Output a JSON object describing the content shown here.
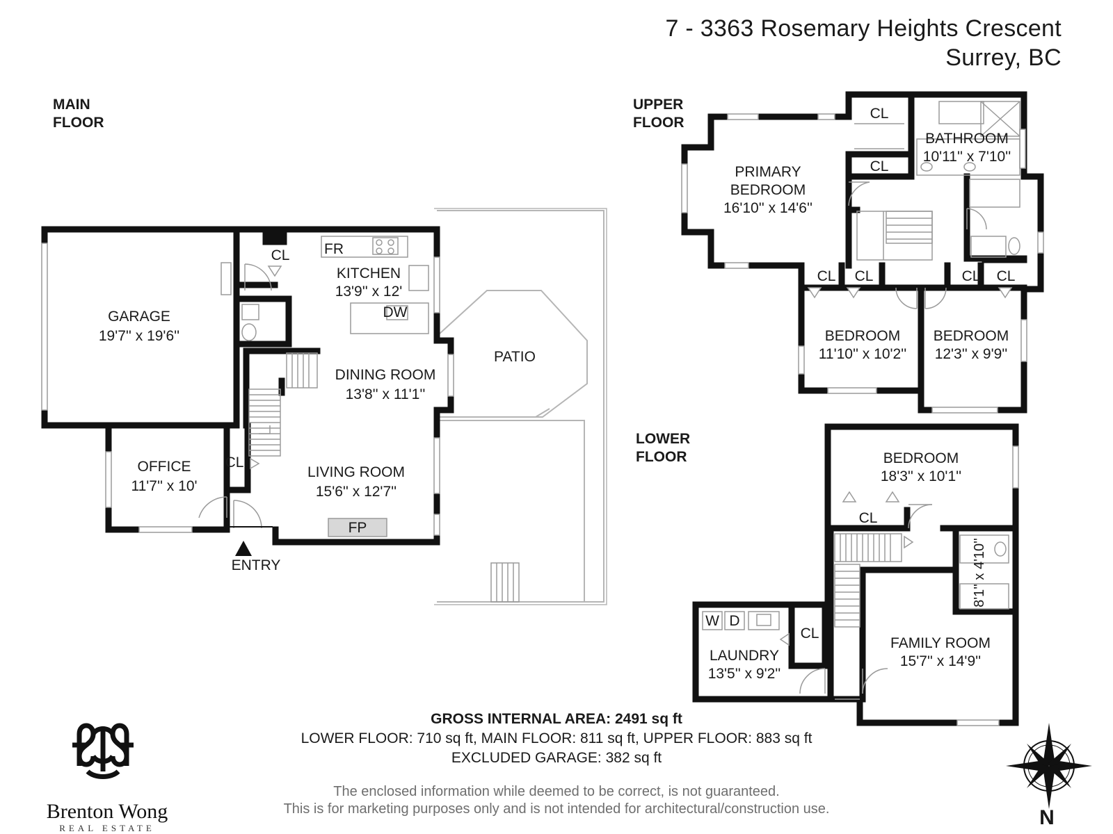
{
  "address": {
    "line1": "7 - 3363 Rosemary Heights Crescent",
    "line2": "Surrey, BC"
  },
  "floors": {
    "main": {
      "title_line1": "MAIN",
      "title_line2": "FLOOR"
    },
    "upper": {
      "title_line1": "UPPER",
      "title_line2": "FLOOR"
    },
    "lower": {
      "title_line1": "LOWER",
      "title_line2": "FLOOR"
    }
  },
  "main_rooms": {
    "garage": {
      "name": "GARAGE",
      "size": "19'7'' x 19'6''"
    },
    "kitchen": {
      "name": "KITCHEN",
      "size": "13'9'' x 12'"
    },
    "dining": {
      "name": "DINING ROOM",
      "size": "13'8'' x 11'1''"
    },
    "living": {
      "name": "LIVING ROOM",
      "size": "15'6'' x 12'7''"
    },
    "office": {
      "name": "OFFICE",
      "size": "11'7'' x 10'"
    },
    "patio": {
      "name": "PATIO"
    },
    "fr": "FR",
    "dw": "DW",
    "fp": "FP",
    "cl_kitchen": "CL",
    "cl_entry": "CL",
    "entry": "ENTRY"
  },
  "upper_rooms": {
    "primary": {
      "name_line1": "PRIMARY",
      "name_line2": "BEDROOM",
      "size": "16'10'' x 14'6''"
    },
    "bathroom": {
      "name": "BATHROOM",
      "size": "10'11'' x 7'10''"
    },
    "bedroom1": {
      "name": "BEDROOM",
      "size": "11'10'' x 10'2''"
    },
    "bedroom2": {
      "name": "BEDROOM",
      "size": "12'3'' x 9'9''"
    },
    "cl_top1": "CL",
    "cl_top2": "CL",
    "cl_b1": "CL",
    "cl_b2": "CL",
    "cl_b3": "CL",
    "cl_b4": "CL"
  },
  "lower_rooms": {
    "bedroom": {
      "name": "BEDROOM",
      "size": "18'3'' x 10'1''"
    },
    "family": {
      "name": "FAMILY ROOM",
      "size": "15'7'' x 14'9''"
    },
    "laundry": {
      "name": "LAUNDRY",
      "size": "13'5'' x 9'2''"
    },
    "bath_size": "8'1'' x 4'10''",
    "cl_bedroom": "CL",
    "cl_laundry": "CL",
    "washer": "W",
    "dryer": "D"
  },
  "areas": {
    "gross": "GROSS INTERNAL AREA: 2491 sq ft",
    "floors": "LOWER FLOOR: 710 sq ft, MAIN FLOOR: 811 sq ft, UPPER FLOOR: 883 sq ft",
    "excluded": "EXCLUDED GARAGE: 382 sq ft"
  },
  "disclaimer": {
    "line1": "The enclosed information while deemed to be correct, is not guaranteed.",
    "line2": "This is for marketing purposes only and is not intended for architectural/construction use."
  },
  "brand": {
    "name": "Brenton Wong",
    "subtitle": "REAL ESTATE"
  },
  "compass": {
    "label": "N"
  },
  "colors": {
    "wall": "#111111",
    "thin_line": "#9a9a9a",
    "patio_line": "#b5b5b5",
    "text": "#1a1a1a",
    "disclaimer": "#6e6e6e"
  }
}
